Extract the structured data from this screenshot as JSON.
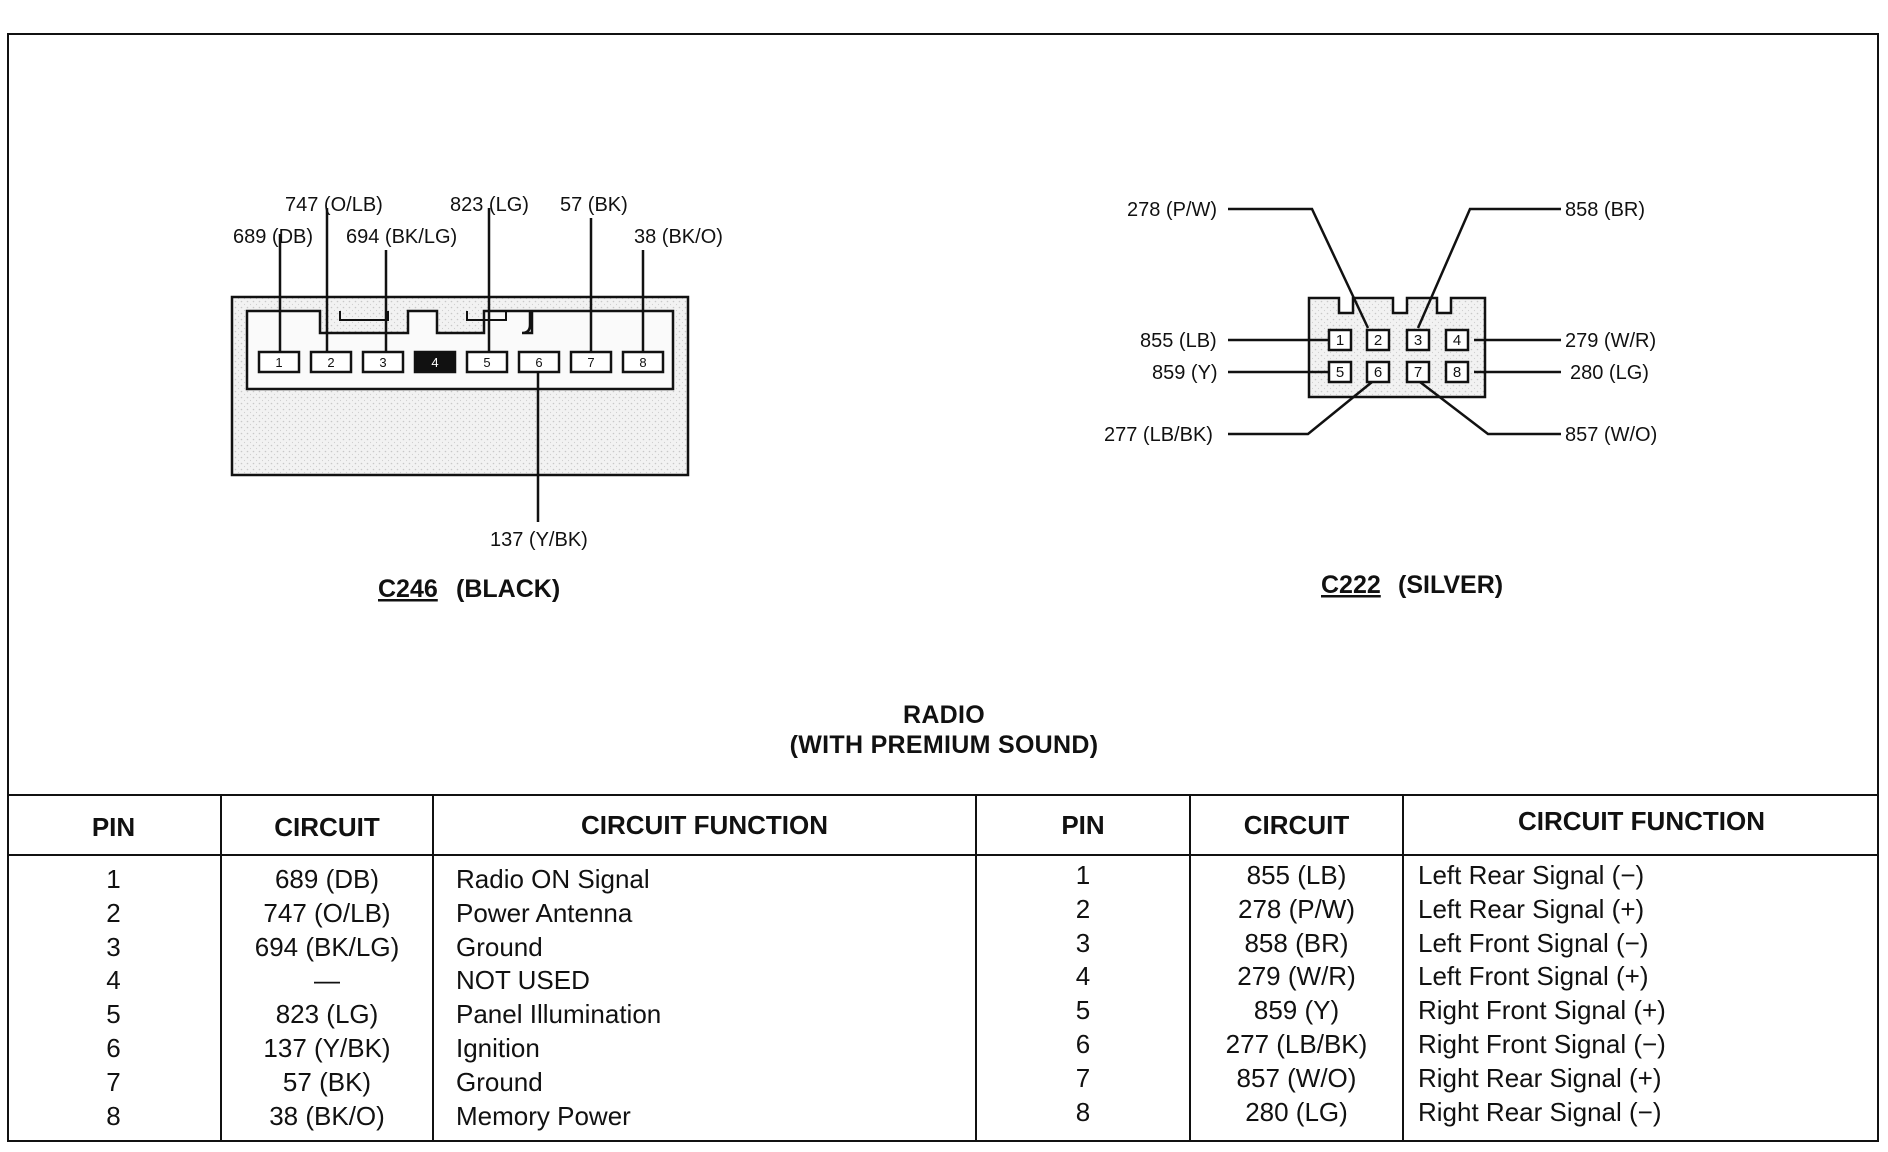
{
  "c246": {
    "wire_labels": [
      "747 (O/LB)",
      "823 (LG)",
      "57 (BK)",
      "689 (DB)",
      "694 (BK/LG)",
      "38 (BK/O)",
      "137 (Y/BK)"
    ],
    "pins": [
      "1",
      "2",
      "3",
      "4",
      "5",
      "6",
      "7",
      "8"
    ],
    "name_id": "C246",
    "name_color": "(BLACK)"
  },
  "c222": {
    "wire_labels": [
      "278 (P/W)",
      "858 (BR)",
      "855 (LB)",
      "279 (W/R)",
      "859 (Y)",
      "280 (LG)",
      "277 (LB/BK)",
      "857 (W/O)"
    ],
    "pins": [
      "1",
      "2",
      "3",
      "4",
      "5",
      "6",
      "7",
      "8"
    ],
    "name_id": "C222",
    "name_color": "(SILVER)"
  },
  "title": {
    "line1": "RADIO",
    "line2": "(WITH PREMIUM SOUND)"
  },
  "table": {
    "headers": [
      "PIN",
      "CIRCUIT",
      "CIRCUIT FUNCTION",
      "PIN",
      "CIRCUIT",
      "CIRCUIT FUNCTION"
    ],
    "left_rows": [
      [
        "1",
        "689 (DB)",
        "Radio ON Signal"
      ],
      [
        "2",
        "747 (O/LB)",
        "Power Antenna"
      ],
      [
        "3",
        "694 (BK/LG)",
        "Ground"
      ],
      [
        "4",
        "—",
        "NOT USED"
      ],
      [
        "5",
        "823 (LG)",
        "Panel Illumination"
      ],
      [
        "6",
        "137 (Y/BK)",
        "Ignition"
      ],
      [
        "7",
        "57 (BK)",
        "Ground"
      ],
      [
        "8",
        "38 (BK/O)",
        "Memory Power"
      ]
    ],
    "right_rows": [
      [
        "1",
        "855 (LB)",
        "Left Rear Signal (−)"
      ],
      [
        "2",
        "278 (P/W)",
        "Left Rear Signal (+)"
      ],
      [
        "3",
        "858 (BR)",
        "Left Front Signal (−)"
      ],
      [
        "4",
        "279 (W/R)",
        "Left Front Signal (+)"
      ],
      [
        "5",
        "859 (Y)",
        "Right Front Signal (+)"
      ],
      [
        "6",
        "277 (LB/BK)",
        "Right Front Signal (−)"
      ],
      [
        "7",
        "857 (W/O)",
        "Right Rear Signal (+)"
      ],
      [
        "8",
        "280 (LG)",
        "Right Rear Signal (−)"
      ]
    ]
  }
}
